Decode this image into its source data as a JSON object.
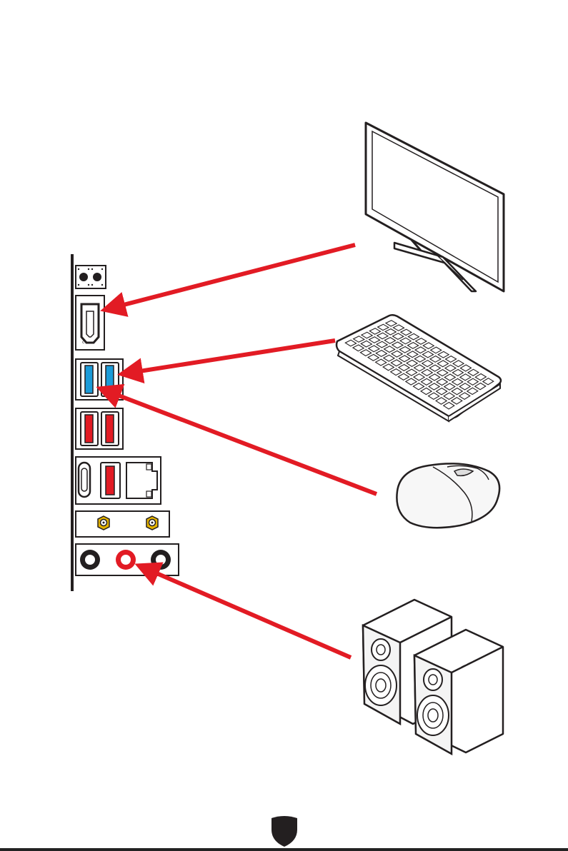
{
  "figure": {
    "description_free": true,
    "colors": {
      "arrow": "#e21b24",
      "outline": "#231f20",
      "usb_blue": "#1b9bd8",
      "usb_red": "#e21b24",
      "antenna_gold": "#e3b200",
      "audio_pink_ring": "#e21b24",
      "speaker_fill": "#f4f4f4",
      "mouse_fill": "#f7f7f7",
      "background": "#ffffff"
    },
    "io_panel": {
      "ports": [
        {
          "id": "flash-bios-buttons",
          "icon": "button-pair-icon"
        },
        {
          "id": "hdmi",
          "icon": "hdmi-port-icon"
        },
        {
          "id": "usb-blue-pair",
          "icon": "usb-port-icon",
          "count": 2
        },
        {
          "id": "usb-red-pair",
          "icon": "usb-port-icon",
          "count": 2
        },
        {
          "id": "usb-c",
          "icon": "usb-c-port-icon"
        },
        {
          "id": "usb-red-single",
          "icon": "usb-port-icon"
        },
        {
          "id": "lan",
          "icon": "rj45-port-icon"
        },
        {
          "id": "wifi-antenna",
          "icon": "antenna-connector-icon",
          "count": 2
        },
        {
          "id": "audio-jacks",
          "icon": "audio-jack-icon",
          "count": 3
        }
      ]
    },
    "devices": [
      {
        "id": "monitor",
        "icon": "monitor-icon",
        "connects_to": "hdmi"
      },
      {
        "id": "keyboard",
        "icon": "keyboard-icon",
        "connects_to": "usb-blue-pair"
      },
      {
        "id": "mouse",
        "icon": "mouse-icon",
        "connects_to": "usb-blue-pair"
      },
      {
        "id": "speakers",
        "icon": "speakers-icon",
        "connects_to": "audio-jacks"
      }
    ],
    "page_badge": {
      "icon": "shield-icon"
    }
  }
}
